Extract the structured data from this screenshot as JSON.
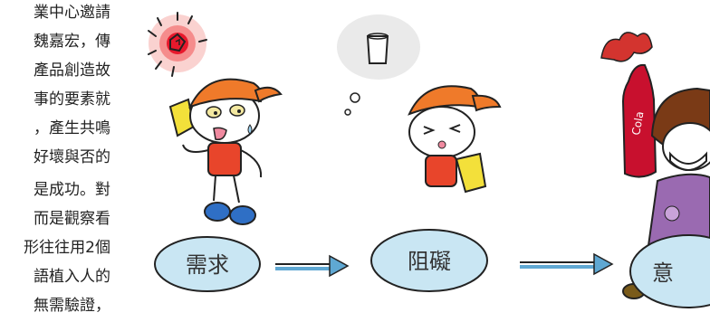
{
  "article": {
    "lines": [
      "業中心邀請",
      "魏嘉宏，傳",
      "產品創造故",
      "事的要素就",
      "，產生共鳴",
      "好壞與否的",
      "是成功。對",
      "而是觀察看",
      "形往往用2個",
      "語植入人的",
      "無需驗證，"
    ]
  },
  "illustration": {
    "labels": {
      "need": "需求",
      "obstacle": "阻礙",
      "intention": "意"
    },
    "can_text": "Cola",
    "colors": {
      "bubble_fill": "#c9e6f3",
      "arrow": "#5fa8d3",
      "cap": "#ef7a2a",
      "shirt": "#e8452b",
      "towel": "#f3e03a",
      "shoe": "#2f6fc5",
      "sun": "#e8192c",
      "dress": "#9a6ab1",
      "bottle": "#c8102e"
    }
  }
}
